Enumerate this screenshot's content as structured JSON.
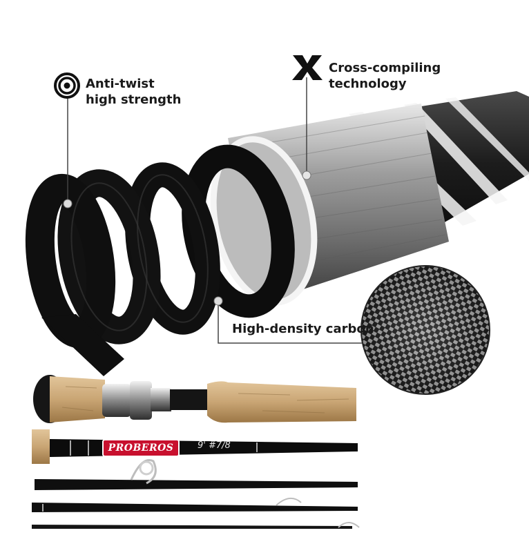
{
  "features": {
    "anti_twist": {
      "line1": "Anti-twist",
      "line2": "high strength"
    },
    "cross_compiling": {
      "line1": "Cross-compiling",
      "line2": "technology"
    },
    "carbon": {
      "label": "High-density carbon"
    }
  },
  "rod": {
    "brand": "PROBEROS",
    "spec": "9' #7/8"
  },
  "icons": {
    "anti_twist": "concentric-target-icon",
    "cross_compiling": "x-cross-icon"
  },
  "colors": {
    "carbon": "#111111",
    "silver_core": "#9a9a9a",
    "cork": "#c9a574",
    "brand_red": "#c8102e",
    "text": "#1a1a1a"
  }
}
